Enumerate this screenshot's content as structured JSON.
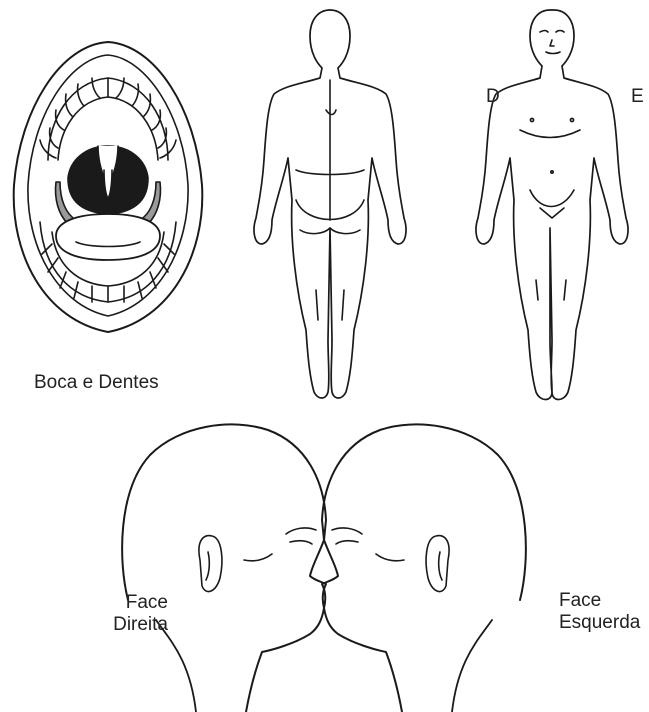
{
  "labels": {
    "mouth": "Boca e Dentes",
    "body_right_side": "D",
    "body_left_side": "E",
    "face_right_line1": "Face",
    "face_right_line2": "Direita",
    "face_left_line1": "Face",
    "face_left_line2": "Esquerda"
  }
}
